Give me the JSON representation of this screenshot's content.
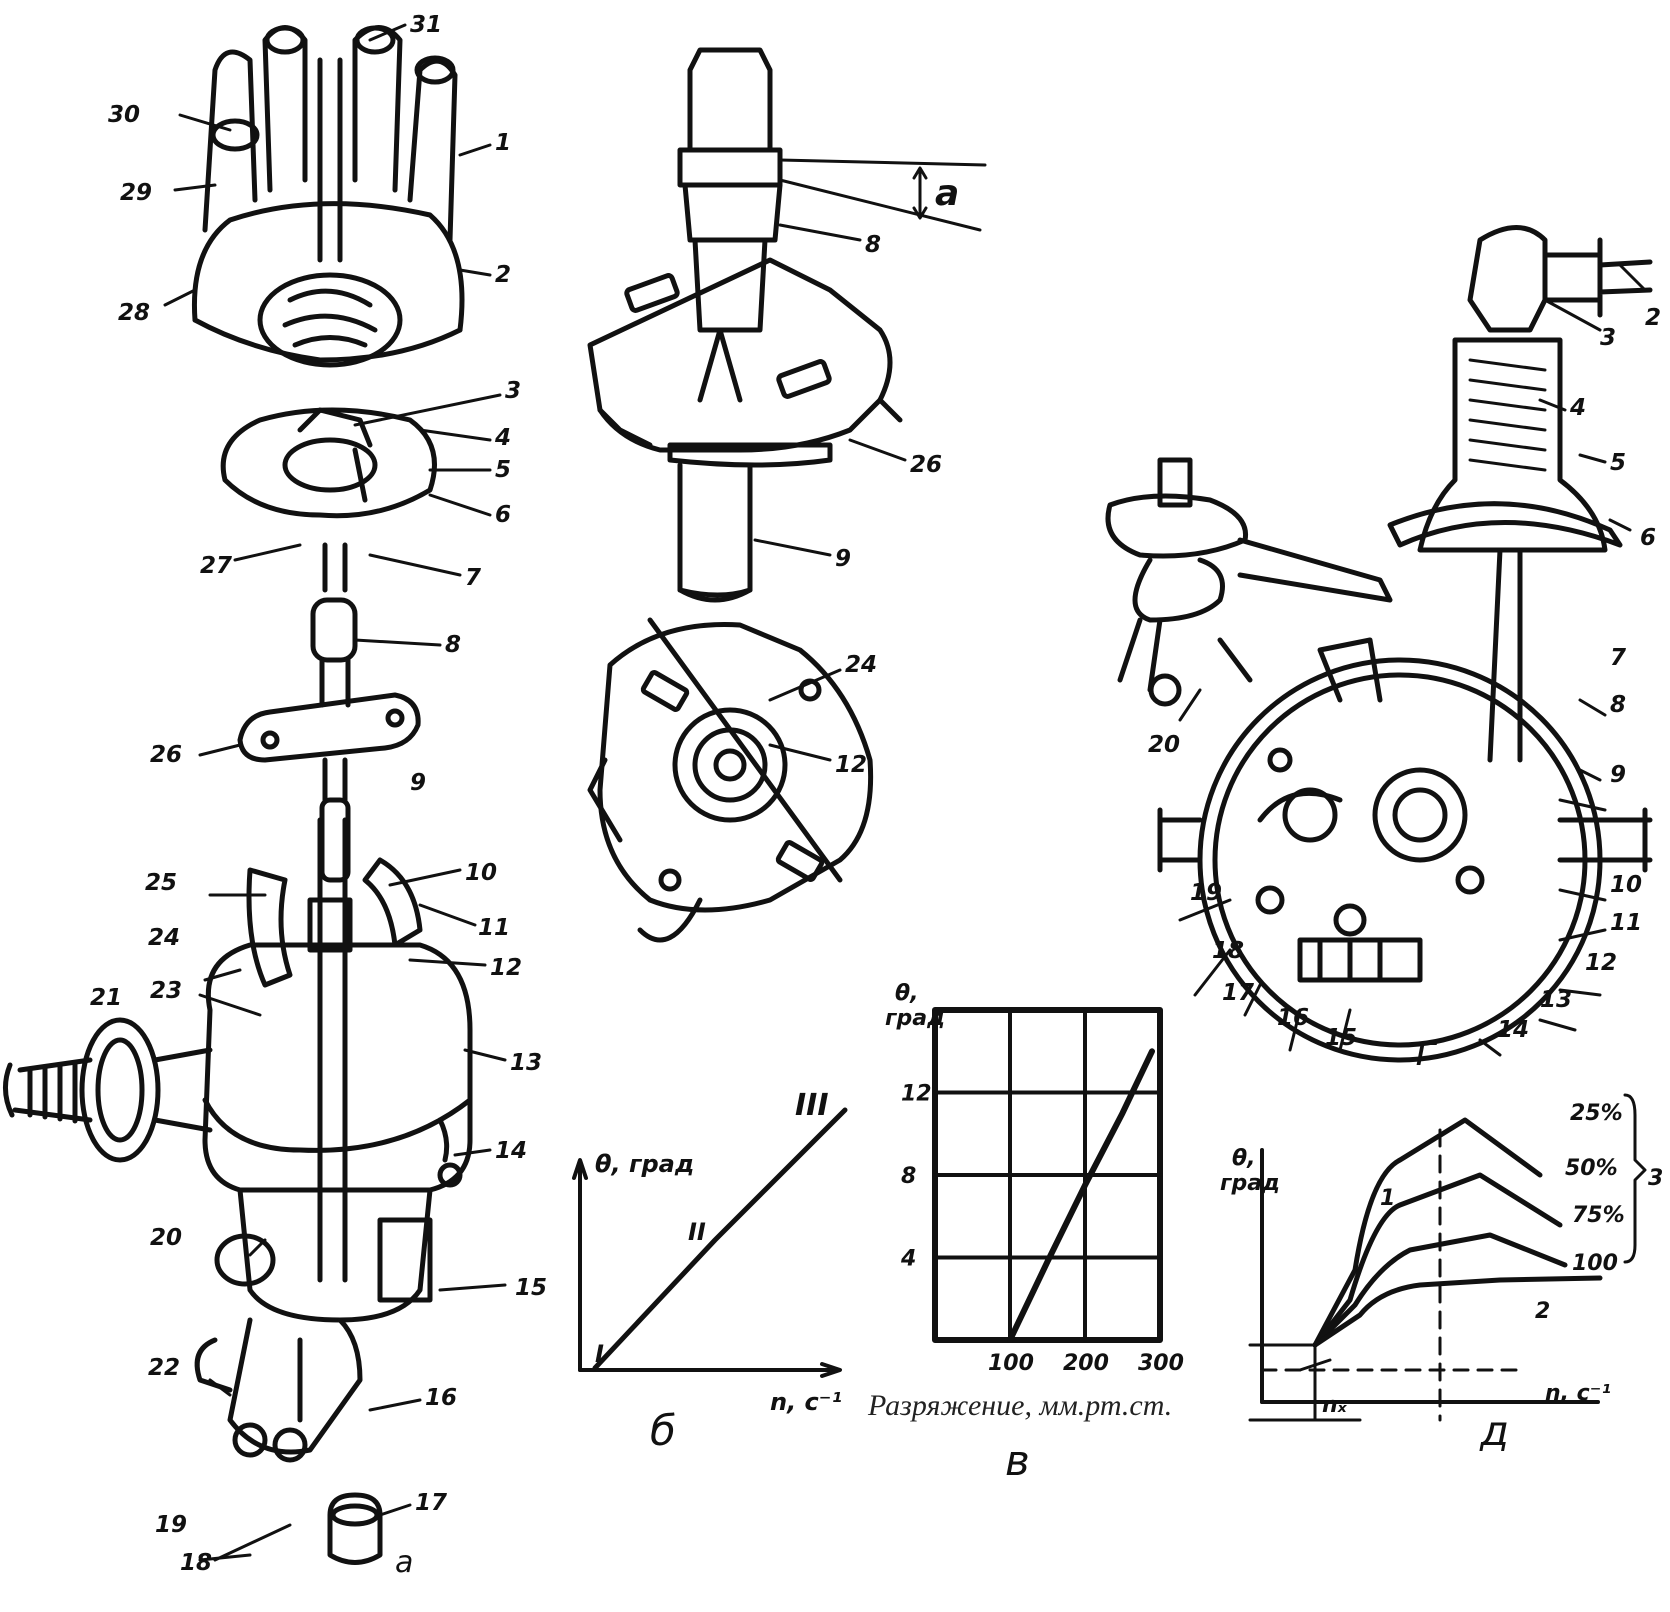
{
  "figure": {
    "panel_labels": {
      "a": "а",
      "b": "б",
      "v": "в",
      "g": "г",
      "d": "д",
      "g_small": "9"
    },
    "parts_a": [
      "31",
      "30",
      "1",
      "29",
      "2",
      "28",
      "3",
      "4",
      "5",
      "6",
      "27",
      "7",
      "8",
      "26",
      "25",
      "10",
      "24",
      "11",
      "12",
      "23",
      "21",
      "13",
      "14",
      "20",
      "15",
      "22",
      "16",
      "19",
      "17",
      "18"
    ],
    "parts_top_center": [
      "8",
      "26",
      "9",
      "24",
      "12"
    ],
    "angle_label": "a",
    "parts_g": [
      "2",
      "3",
      "4",
      "5",
      "6",
      "7",
      "8",
      "9",
      "10",
      "11",
      "12",
      "13",
      "14",
      "15",
      "16",
      "17",
      "18",
      "19",
      "20"
    ]
  },
  "chart_b": {
    "ylabel": "θ, град",
    "xlabel": "n, с⁻¹",
    "segment_labels": [
      "I",
      "II",
      "III"
    ]
  },
  "chart_v": {
    "ylabel_top": "θ,",
    "ylabel_bottom": "град",
    "xlabel": "Разряжение, мм.рт.ст.",
    "yticks": [
      "4",
      "8",
      "12"
    ],
    "xticks": [
      "100",
      "200",
      "300"
    ]
  },
  "chart_d": {
    "ylabel_top": "θ,",
    "ylabel_bottom": "град",
    "xlabel": "n, с⁻¹",
    "nx_label": "nₓ",
    "series_labels": [
      "25%",
      "50%",
      "75%",
      "100"
    ],
    "group_label": "3",
    "curve_labels": [
      "1",
      "2"
    ]
  },
  "chart_data": [
    {
      "type": "line",
      "title": "",
      "xlabel": "n, с⁻¹",
      "ylabel": "θ, град",
      "series": [
        {
          "name": "",
          "x": [
            0,
            1
          ],
          "y": [
            0,
            1
          ]
        }
      ],
      "annotations": [
        "I",
        "II",
        "III"
      ]
    },
    {
      "type": "line",
      "title": "",
      "xlabel": "Разряжение, мм.рт.ст.",
      "ylabel": "θ, град",
      "xlim": [
        0,
        300
      ],
      "ylim": [
        0,
        16
      ],
      "x": [
        100,
        150,
        200,
        250,
        300
      ],
      "series": [
        {
          "name": "",
          "values": [
            0,
            3.8,
            7.5,
            11,
            14
          ]
        }
      ]
    },
    {
      "type": "line",
      "title": "",
      "xlabel": "n, с⁻¹",
      "ylabel": "θ, град",
      "series": [
        {
          "name": "25%"
        },
        {
          "name": "50%"
        },
        {
          "name": "75%"
        },
        {
          "name": "100"
        }
      ]
    }
  ]
}
